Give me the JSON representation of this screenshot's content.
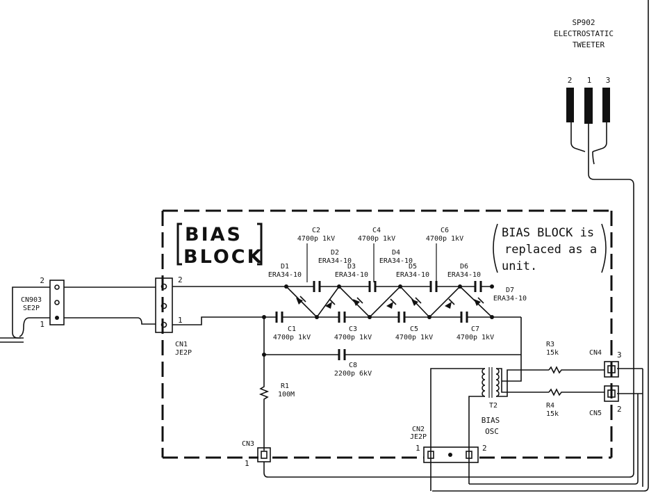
{
  "speaker": {
    "ref": "SP902",
    "line1": "ELECTROSTATIC",
    "line2": "TWEETER",
    "pin_a": "2",
    "pin_b": "1",
    "pin_c": "3"
  },
  "block": {
    "title_line1": "BIAS",
    "title_line2": "BLOCK"
  },
  "note": {
    "line1": "BIAS BLOCK is",
    "line2": "replaced as a",
    "line3": "unit."
  },
  "cn903": {
    "ref": "CN903",
    "type": "SE2P",
    "pin_top": "2",
    "pin_bottom": "1"
  },
  "cn1": {
    "ref": "CN1",
    "type": "JE2P",
    "pin_top": "2",
    "pin_bottom": "1"
  },
  "cn2": {
    "ref": "CN2",
    "type": "JE2P",
    "pin_left": "1",
    "pin_right": "2"
  },
  "cn3": {
    "ref": "CN3",
    "pin": "1"
  },
  "cn4": {
    "ref": "CN4",
    "pin": "3"
  },
  "cn5": {
    "ref": "CN5",
    "pin": "2"
  },
  "capacitors": {
    "c1": {
      "ref": "C1",
      "value": "4700p 1kV"
    },
    "c2": {
      "ref": "C2",
      "value": "4700p 1kV"
    },
    "c3": {
      "ref": "C3",
      "value": "4700p 1kV"
    },
    "c4": {
      "ref": "C4",
      "value": "4700p 1kV"
    },
    "c5": {
      "ref": "C5",
      "value": "4700p 1kV"
    },
    "c6": {
      "ref": "C6",
      "value": "4700p 1kV"
    },
    "c7": {
      "ref": "C7",
      "value": "4700p 1kV"
    },
    "c8": {
      "ref": "C8",
      "value": "2200p 6kV"
    }
  },
  "diodes": {
    "d1": {
      "ref": "D1",
      "part": "ERA34-10"
    },
    "d2": {
      "ref": "D2",
      "part": "ERA34-10"
    },
    "d3": {
      "ref": "D3",
      "part": "ERA34-10"
    },
    "d4": {
      "ref": "D4",
      "part": "ERA34-10"
    },
    "d5": {
      "ref": "D5",
      "part": "ERA34-10"
    },
    "d6": {
      "ref": "D6",
      "part": "ERA34-10"
    },
    "d7": {
      "ref": "D7",
      "part": "ERA34-10"
    }
  },
  "resistors": {
    "r1": {
      "ref": "R1",
      "value": "100M"
    },
    "r3": {
      "ref": "R3",
      "value": "15k"
    },
    "r4": {
      "ref": "R4",
      "value": "15k"
    }
  },
  "transformer": {
    "ref": "T2",
    "line1": "BIAS",
    "line2": "OSC"
  }
}
